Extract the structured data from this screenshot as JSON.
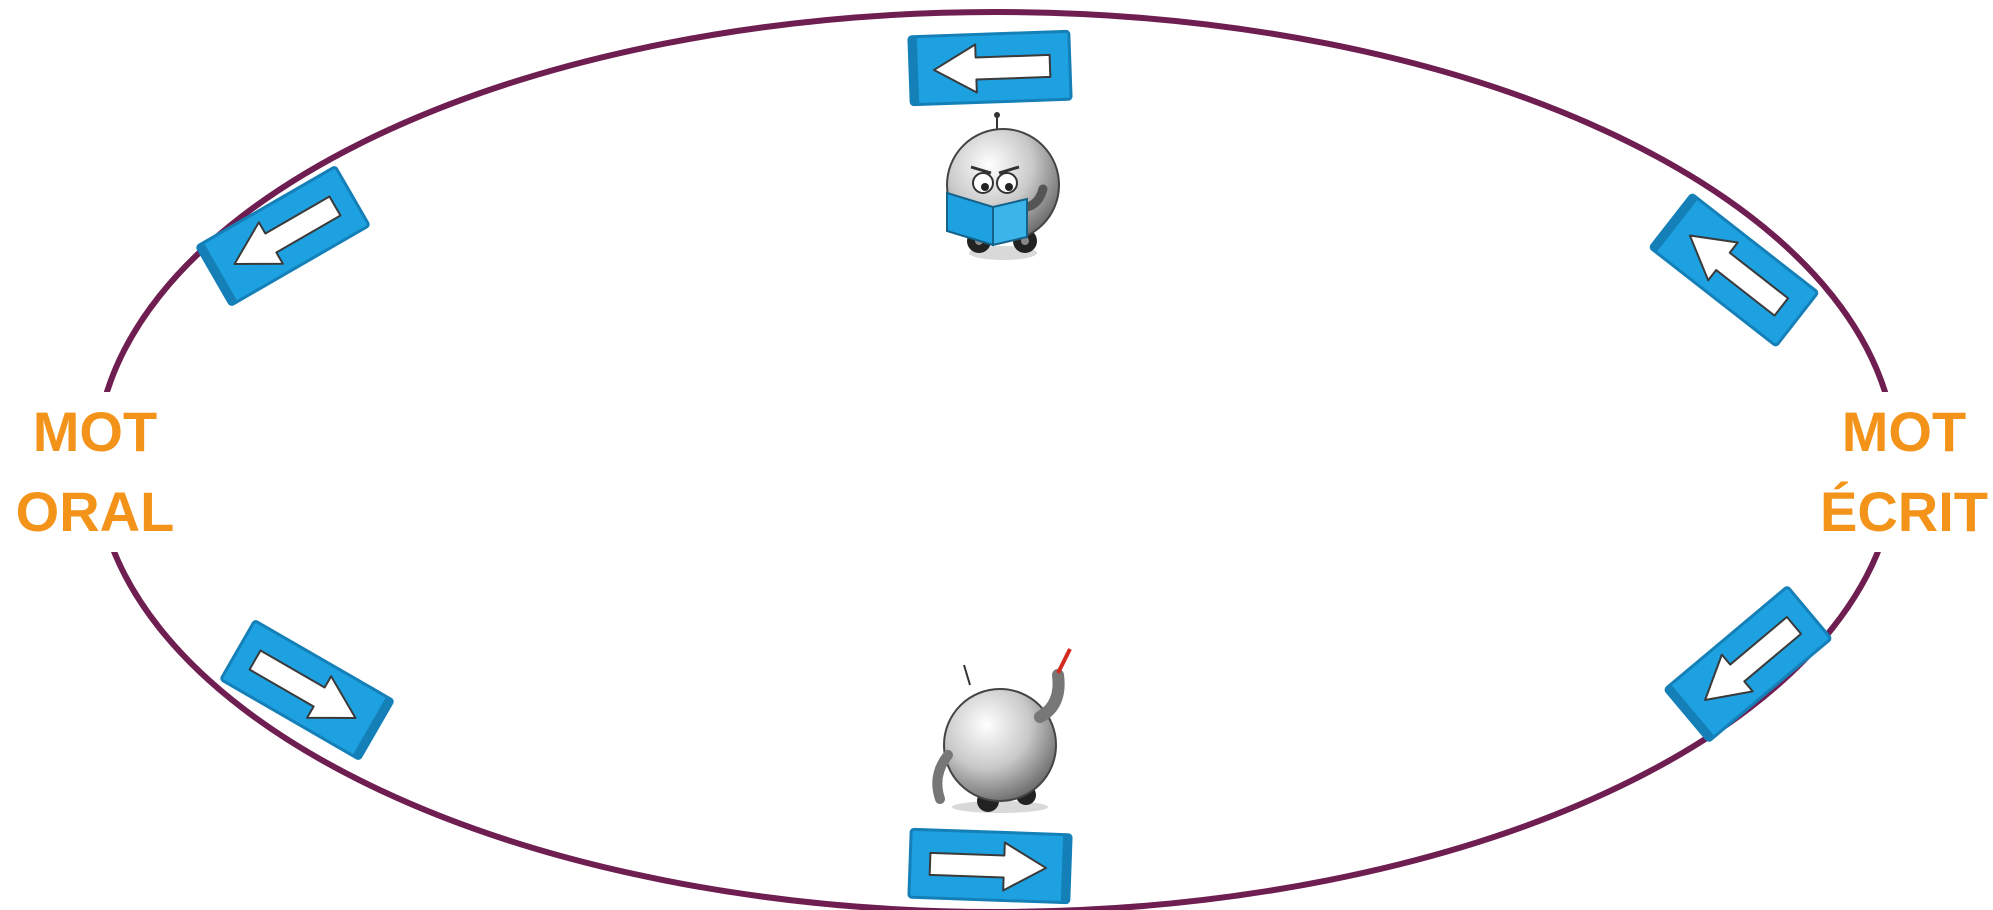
{
  "labels": {
    "left": [
      "MOT",
      "ORAL"
    ],
    "right": [
      "MOT",
      "ÉCRIT"
    ]
  },
  "colors": {
    "ellipse": "#6f1e51",
    "label": "#f39319",
    "sign": "#1da1e0",
    "sign_edge": "#1580b8"
  },
  "figures": {
    "top": "robot-reading-icon",
    "bottom": "robot-writing-icon"
  }
}
